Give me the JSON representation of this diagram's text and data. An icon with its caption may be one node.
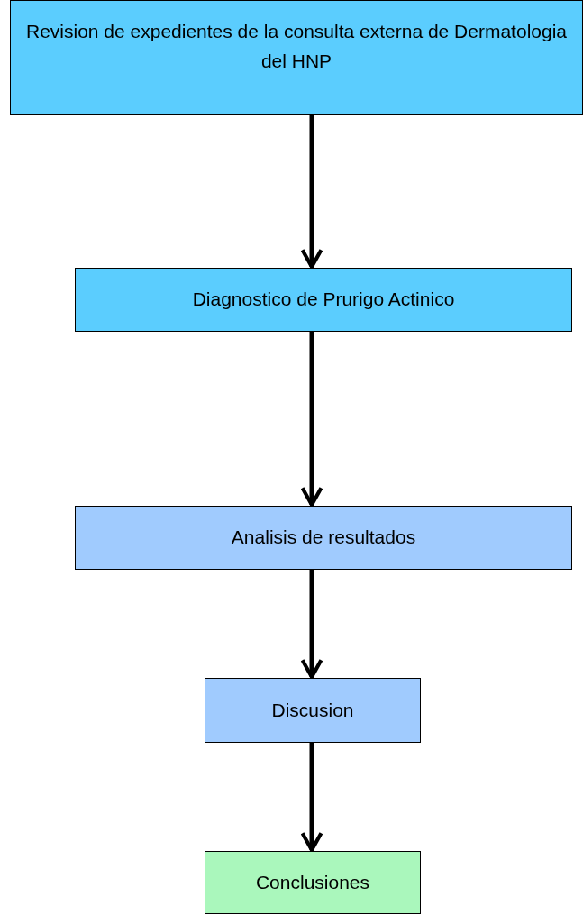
{
  "diagram": {
    "nodes": [
      {
        "text": [
          "Revision de expedientes de la consulta externa de Dermatologia del HNP"
        ]
      },
      {
        "text": [
          "Diagnostico de Prurigo Actinico"
        ]
      },
      {
        "text": [
          "Analisis de resultados"
        ]
      },
      {
        "text": [
          "Discusion"
        ]
      },
      {
        "text": [
          "Conclusiones"
        ]
      }
    ],
    "edges": [
      {
        "from": 0,
        "to": 1,
        "arrow": "to"
      },
      {
        "from": 1,
        "to": 2,
        "arrow": "to"
      },
      {
        "from": 2,
        "to": 3,
        "arrow": "to"
      },
      {
        "from": 3,
        "to": 4,
        "arrow": "to"
      }
    ]
  }
}
